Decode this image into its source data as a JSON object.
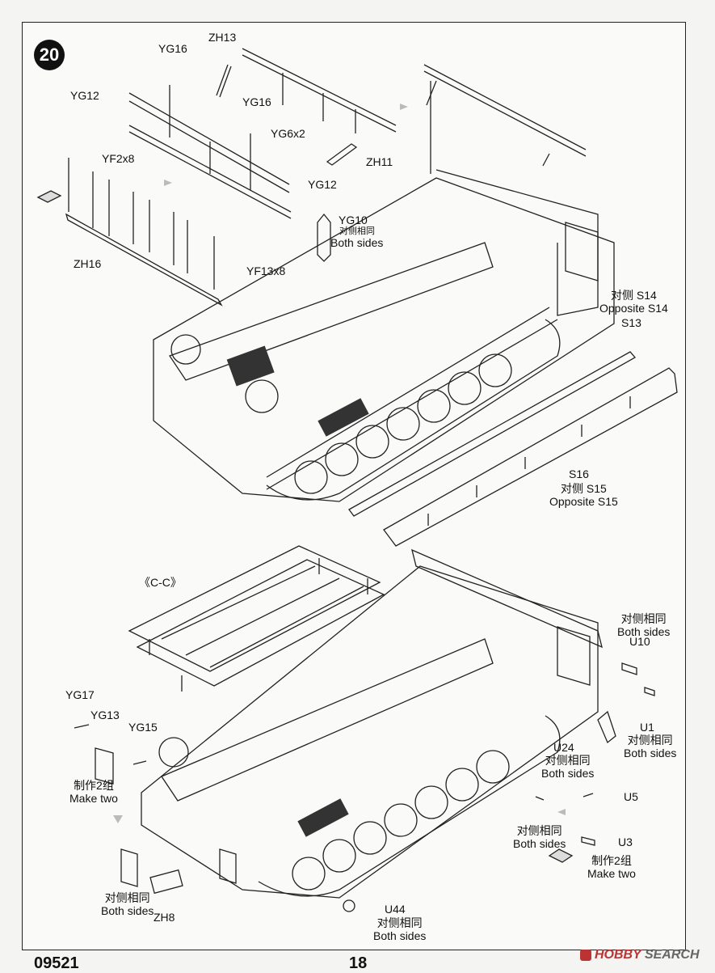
{
  "step": "20",
  "footer": {
    "code": "09521",
    "page": "18"
  },
  "watermark": {
    "brand": "HOBBY",
    "suffix": "SEARCH"
  },
  "upper_callouts": {
    "yg16_a": "YG16",
    "zh13": "ZH13",
    "yg12_a": "YG12",
    "yg16_b": "YG16",
    "yg6x2": "YG6x2",
    "yf2x8": "YF2x8",
    "zh11": "ZH11",
    "yg12_b": "YG12",
    "yg10": "YG10",
    "yg10_cn": "对侧相同",
    "yg10_en": "Both sides",
    "zh16": "ZH16",
    "yf13x8": "YF13x8",
    "s14_cn": "对侧",
    "s14": "S14",
    "s14_en": "Opposite S14",
    "s13": "S13",
    "s16": "S16",
    "s15_cn": "对侧",
    "s15": "S15",
    "s15_en": "Opposite S15"
  },
  "lower_callouts": {
    "cc": "《C-C》",
    "u10_cn": "对侧相同",
    "u10_en": "Both sides",
    "u10": "U10",
    "yg17": "YG17",
    "yg13": "YG13",
    "yg15": "YG15",
    "u1": "U1",
    "u1_cn": "对侧相同",
    "u1_en": "Both sides",
    "u24": "U24",
    "u24_cn": "对侧相同",
    "u24_en": "Both sides",
    "make2_cn": "制作2组",
    "make2_en": "Make two",
    "u5": "U5",
    "bs_cn": "对侧相同",
    "bs_en": "Both sides",
    "u3": "U3",
    "make2b_cn": "制作2组",
    "make2b_en": "Make two",
    "zh8_cn": "对侧相同",
    "zh8_en": "Both sides",
    "zh8": "ZH8",
    "u44": "U44",
    "u44_cn": "对侧相同",
    "u44_en": "Both sides"
  }
}
